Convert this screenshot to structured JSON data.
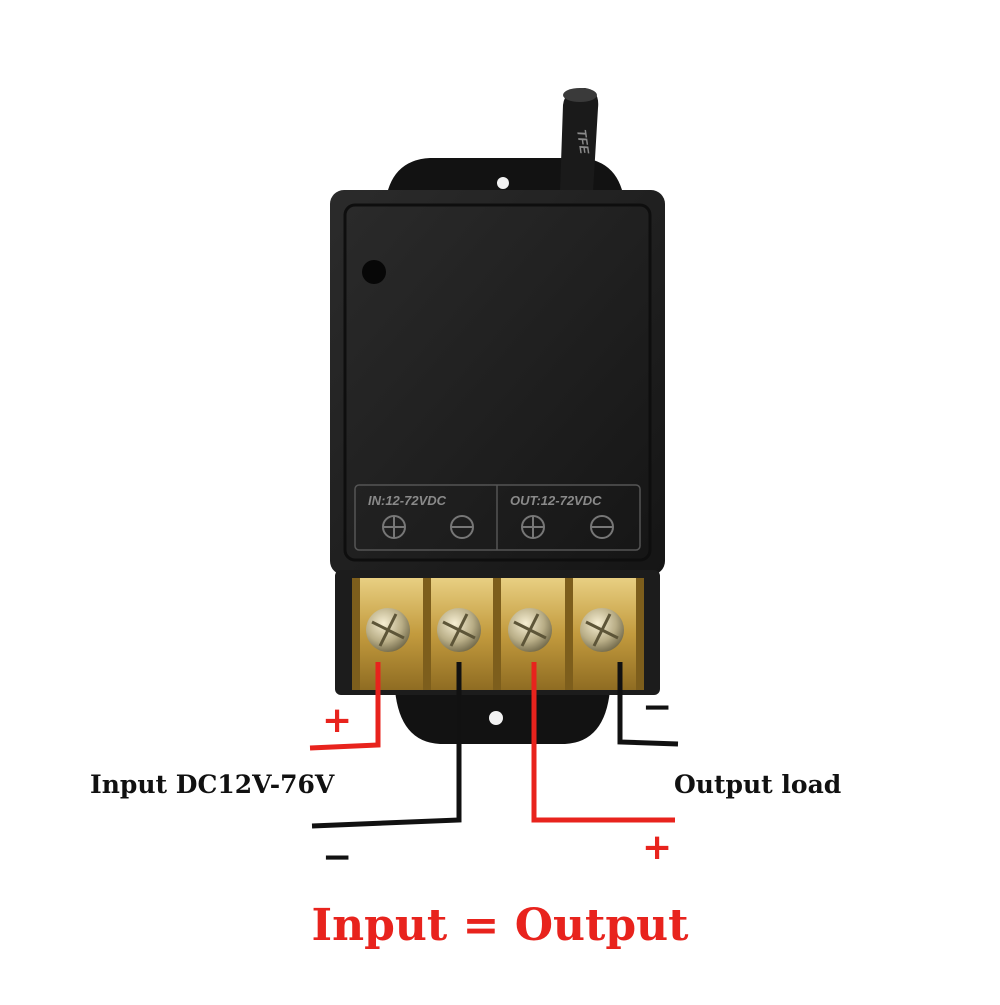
{
  "device": {
    "antenna_marking": "TFE",
    "marking_in": "IN:12-72VDC",
    "marking_out": "OUT:12-72VDC",
    "terminals": [
      "+",
      "−",
      "+",
      "−"
    ]
  },
  "labels": {
    "input": "Input DC12V-76V",
    "output": "Output load",
    "equation": "Input = Output",
    "plus_left": "+",
    "minus_left": "−",
    "plus_right": "+",
    "minus_right": "−"
  },
  "colors": {
    "positive_wire": "#e8231d",
    "negative_wire": "#111111",
    "housing": "#1b1b1b",
    "terminal_block": "#c9a34a"
  }
}
